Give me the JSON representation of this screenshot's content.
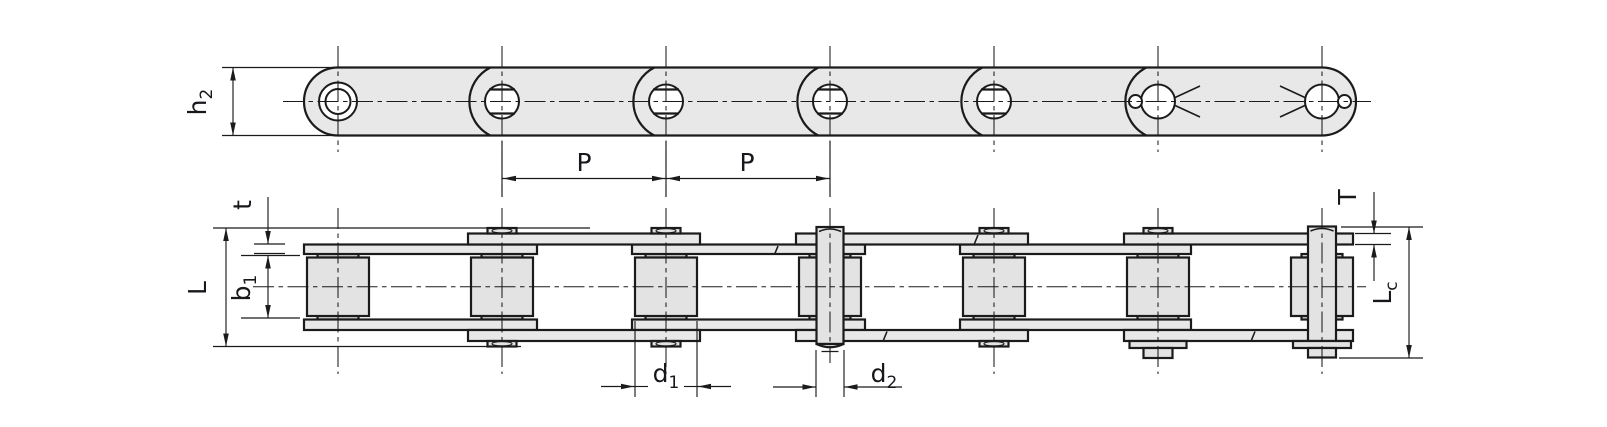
{
  "drawing": {
    "kind": "roller-chain-technical-drawing",
    "colors": {
      "background": "#ffffff",
      "plate_fill": "#e8e8e8",
      "component_fill": "#e3e3e3",
      "line": "#1b1b1b",
      "text": "#17171c"
    },
    "side_view": {
      "dim_h2": {
        "base": "h",
        "sub": "2"
      },
      "dim_p_left": {
        "base": "P",
        "sub": ""
      },
      "dim_p_right": {
        "base": "P",
        "sub": ""
      }
    },
    "plan_view": {
      "dim_t": {
        "base": "t",
        "sub": ""
      },
      "dim_L": {
        "base": "L",
        "sub": ""
      },
      "dim_b1": {
        "base": "b",
        "sub": "1"
      },
      "dim_d1": {
        "base": "d",
        "sub": "1"
      },
      "dim_d2": {
        "base": "d",
        "sub": "2"
      },
      "dim_T": {
        "base": "T",
        "sub": ""
      },
      "dim_Lc": {
        "base": "L",
        "sub": "c"
      }
    }
  }
}
